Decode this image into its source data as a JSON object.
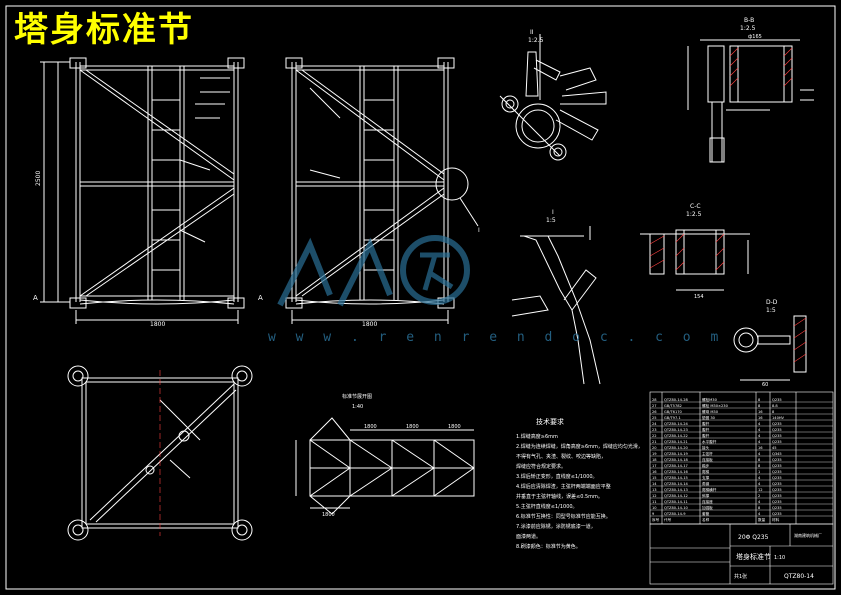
{
  "title": "塔身标准节",
  "watermark": {
    "url": "w w w . r e n r e n d o c . c o m",
    "color": "#2a6f96"
  },
  "colors": {
    "background": "#000000",
    "line": "#ffffff",
    "title": "#ffff00",
    "dash": "#ff4040",
    "accent": "#00ffff"
  },
  "views": {
    "b_b": "B-B",
    "b_b_scale": "1:2.5",
    "c_c": "C-C",
    "c_c_scale": "1:2.5",
    "d_d": "D-D",
    "d_d_scale": "1:5",
    "detail_i": "I",
    "detail_i_scale": "1:5",
    "detail_ii": "II",
    "detail_ii_scale": "1:2.5",
    "section_a": "A"
  },
  "dims": {
    "width_1": "1800",
    "width_2": "1800",
    "height": "2500",
    "grid_1": "1800",
    "grid_2": "1800",
    "grid_3": "1800",
    "grid_h": "1800",
    "bb_top": "ф165",
    "cc_w": "154",
    "dd_w": "60"
  },
  "truss_title": "标准节展开图",
  "truss_scale": "1:40",
  "notes": {
    "heading": "技术要求",
    "lines": [
      "1.焊缝高度≥6mm",
      "2.焊缝为连续焊缝，焊角高度≥6mm，焊缝应均匀光滑，",
      "   不得有气孔、夹渣、裂纹、咬边等缺陷，",
      "   焊缝应符合规定要求。",
      "3.焊后矫正变形，直线度≤1/1000。",
      "4.焊后应清除焊渣，主弦杆两端端面应平整",
      "   并垂直于主弦杆轴线，误差≤0.5mm。",
      "5.主弦杆直线度≤1/1000。",
      "6.标准节互换性：同型号标准节应能互换。",
      "7.涂漆前应除锈，涂防锈底漆一道，",
      "   面漆两道。",
      "8.刷漆颜色：标准节为黄色。"
    ]
  },
  "title_block": {
    "material": "20Φ Q235",
    "drawing_name": "塔身标准节",
    "drawing_no": "QTZ80-14",
    "company": "湖南建筑机械厂",
    "scale": "1:10",
    "sheet": "共1张",
    "rows": [
      [
        "28",
        "QTZ80-14-28",
        "螺栓M30",
        "8",
        "Q235"
      ],
      [
        "27",
        "GB/T5782",
        "螺栓 M30×230",
        "8",
        "8.8"
      ],
      [
        "26",
        "GB/T6170",
        "螺母 M30",
        "16",
        "8"
      ],
      [
        "25",
        "GB/T97.1",
        "垫圈 30",
        "16",
        "140HV"
      ],
      [
        "24",
        "QTZ80-14-24",
        "腹杆",
        "4",
        "Q235"
      ],
      [
        "23",
        "QTZ80-14-23",
        "腹杆",
        "4",
        "Q235"
      ],
      [
        "22",
        "QTZ80-14-22",
        "腹杆",
        "4",
        "Q235"
      ],
      [
        "21",
        "QTZ80-14-21",
        "水平腹杆",
        "4",
        "Q235"
      ],
      [
        "20",
        "QTZ80-14-20",
        "接头",
        "16",
        "45"
      ],
      [
        "19",
        "QTZ80-14-19",
        "主弦杆",
        "4",
        "Q345"
      ],
      [
        "18",
        "QTZ80-14-18",
        "连接板",
        "8",
        "Q235"
      ],
      [
        "17",
        "QTZ80-14-17",
        "踏步",
        "8",
        "Q235"
      ],
      [
        "16",
        "QTZ80-14-16",
        "爬梯",
        "1",
        "Q235"
      ],
      [
        "15",
        "QTZ80-14-15",
        "支撑",
        "4",
        "Q235"
      ],
      [
        "14",
        "QTZ80-14-14",
        "角钢",
        "4",
        "Q235"
      ],
      [
        "13",
        "QTZ80-14-13",
        "爬梯横杆",
        "12",
        "Q235"
      ],
      [
        "12",
        "QTZ80-14-12",
        "斜撑",
        "2",
        "Q235"
      ],
      [
        "11",
        "QTZ80-14-11",
        "连接座",
        "4",
        "Q235"
      ],
      [
        "10",
        "QTZ80-14-10",
        "加强板",
        "8",
        "Q235"
      ],
      [
        "9",
        "QTZ80-14-9",
        "套管",
        "4",
        "Q235"
      ]
    ],
    "header": [
      "序号",
      "代号",
      "名称",
      "数量",
      "材料"
    ]
  }
}
